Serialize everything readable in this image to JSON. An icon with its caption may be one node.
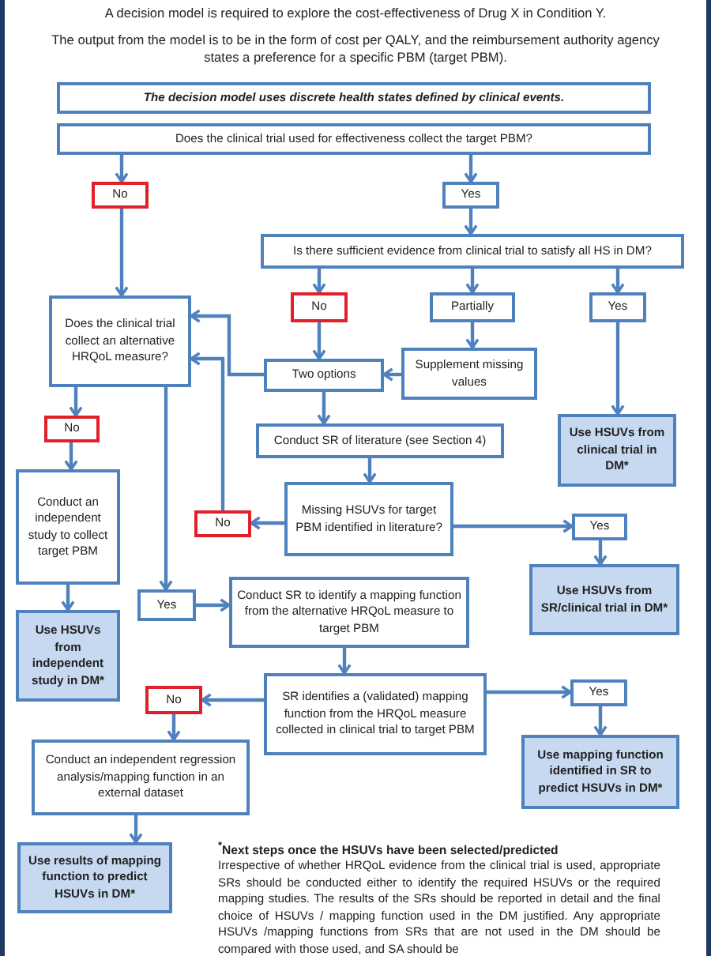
{
  "diagram": {
    "title": "A decision model is required to explore the cost-effectiveness of Drug X in Condition Y.",
    "nodes": [
      {
        "text": [
          "The decision model uses discrete health states defined by clinical events."
        ]
      },
      {
        "text": [
          "Does the clinical trial used for effectiveness collect the target PBM?"
        ]
      },
      {
        "text": [
          "No"
        ]
      },
      {
        "text": [
          "Yes"
        ]
      },
      {
        "text": [
          "Is there sufficient evidence from clinical trial to satisfy all HS in DM?"
        ]
      },
      {
        "text": [
          "No"
        ]
      },
      {
        "text": [
          "Partially"
        ]
      },
      {
        "text": [
          "Yes"
        ]
      },
      {
        "text": [
          "Does the clinical trial collect an alternative HRQoL measure?"
        ]
      },
      {
        "text": [
          "Two options"
        ]
      },
      {
        "text": [
          "Supplement missing values"
        ]
      },
      {
        "text": [
          "Use HSUVs from clinical trial in DM*"
        ]
      },
      {
        "text": [
          "No"
        ]
      },
      {
        "text": [
          "Conduct SR of literature (see Section 4)"
        ]
      },
      {
        "text": [
          "Conduct an independent study to collect target PBM"
        ]
      },
      {
        "text": [
          "Missing HSUVs for target PBM identified in literature?"
        ]
      },
      {
        "text": [
          "No"
        ]
      },
      {
        "text": [
          "Yes"
        ]
      },
      {
        "text": [
          "Use HSUVs from SR/clinical trial in DM*"
        ]
      },
      {
        "text": [
          "Yes"
        ]
      },
      {
        "text": [
          "Conduct SR to identify a mapping function from the alternative HRQoL measure to target PBM"
        ]
      },
      {
        "text": [
          "Use HSUVs from independent study in DM*"
        ]
      },
      {
        "text": [
          "No"
        ]
      },
      {
        "text": [
          "SR identifies a (validated) mapping function from the HRQoL measure collected in clinical trial to target PBM"
        ]
      },
      {
        "text": [
          "Yes"
        ]
      },
      {
        "text": [
          "Use mapping function identified in SR to predict HSUVs in DM*"
        ]
      },
      {
        "text": [
          "Conduct an independent regression analysis/mapping function in an external dataset"
        ]
      },
      {
        "text": [
          "Use results of mapping function to predict HSUVs in DM*"
        ]
      }
    ],
    "edges": [
      {
        "from": 1,
        "to": 2,
        "arrow": "to"
      },
      {
        "from": 1,
        "to": 3,
        "arrow": "to"
      },
      {
        "from": 3,
        "to": 4,
        "arrow": "to"
      },
      {
        "from": 4,
        "to": 5,
        "arrow": "to"
      },
      {
        "from": 4,
        "to": 6,
        "arrow": "to"
      },
      {
        "from": 4,
        "to": 7,
        "arrow": "to"
      },
      {
        "from": 2,
        "to": 8,
        "arrow": "to"
      },
      {
        "from": 5,
        "to": 9,
        "arrow": "to"
      },
      {
        "from": 6,
        "to": 10,
        "arrow": "to"
      },
      {
        "from": 10,
        "to": 9,
        "arrow": "to"
      },
      {
        "from": 9,
        "to": 8,
        "arrow": "to"
      },
      {
        "from": 16,
        "to": 8,
        "arrow": "to"
      },
      {
        "from": 8,
        "to": 12,
        "arrow": "to"
      },
      {
        "from": 12,
        "to": 14,
        "arrow": "to"
      },
      {
        "from": 14,
        "to": 21,
        "arrow": "to"
      },
      {
        "from": 7,
        "to": 11,
        "arrow": "to"
      },
      {
        "from": 9,
        "to": 13,
        "arrow": "to"
      },
      {
        "from": 13,
        "to": 15,
        "arrow": "to"
      },
      {
        "from": 15,
        "to": 16,
        "arrow": "to"
      },
      {
        "from": 15,
        "to": 17,
        "arrow": "to"
      },
      {
        "from": 17,
        "to": 18,
        "arrow": "to"
      },
      {
        "from": 8,
        "to": 19,
        "arrow": "to"
      },
      {
        "from": 19,
        "to": 20,
        "arrow": "to"
      },
      {
        "from": 20,
        "to": 23,
        "arrow": "to"
      },
      {
        "from": 23,
        "to": 22,
        "arrow": "to"
      },
      {
        "from": 23,
        "to": 24,
        "arrow": "to"
      },
      {
        "from": 24,
        "to": 25,
        "arrow": "to"
      },
      {
        "from": 22,
        "to": 26,
        "arrow": "to"
      },
      {
        "from": 26,
        "to": 27,
        "arrow": "to"
      }
    ],
    "labels": [
      "The output from the model is to be in the form of cost per QALY, and the reimbursement authority agency states a preference for a specific PBM (target PBM).",
      "$^{*}$Next steps once the HSUVs have been selected/predicted",
      "Irrespective of whether HRQoL evidence from the clinical trial is used, appropriate SRs should be conducted either to identify the required HSUVs or the required mapping studies.  The results of the SRs should be reported in detail and the final choice of HSUVs / mapping function used in the DM justified. Any appropriate HSUVs /mapping functions from SRs that are not used in the DM should be compared with those used, and SA should be"
    ]
  }
}
